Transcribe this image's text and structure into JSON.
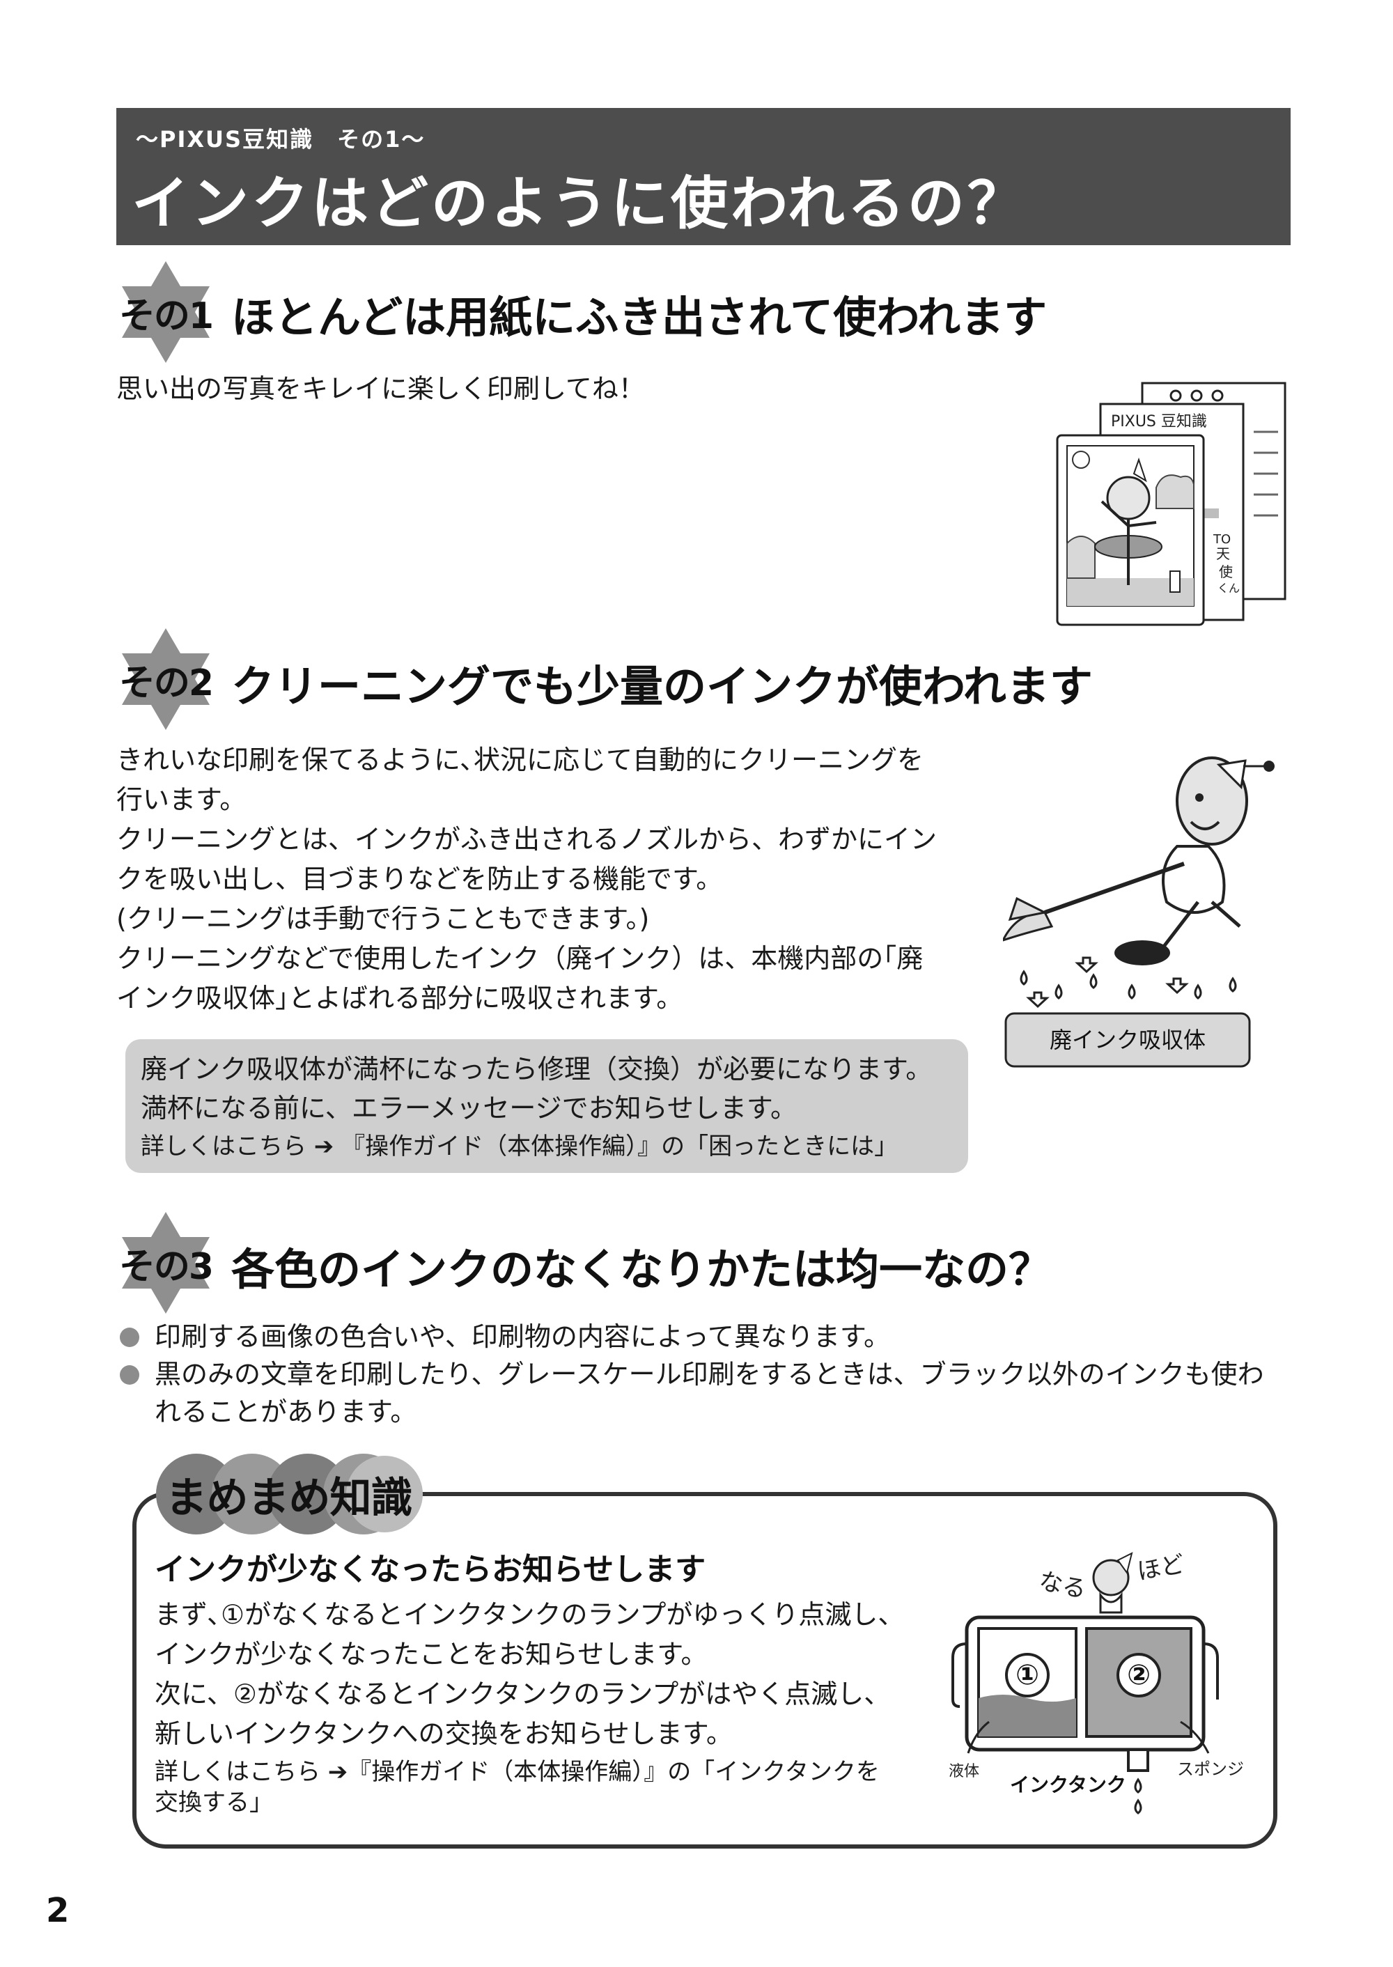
{
  "header": {
    "subtitle": "〜PIXUS豆知識　その1〜",
    "title": "インクはどのように使われるの？"
  },
  "section1": {
    "badge": "その1",
    "title": "ほとんどは用紙にふき出されて使われます",
    "text": "思い出の写真をキレイに楽しく印刷してね！",
    "illustration": {
      "label": "PIXUS 豆知識",
      "card_text": [
        "TO",
        "天",
        "使",
        "くん"
      ]
    }
  },
  "section2": {
    "badge": "その2",
    "title": "クリーニングでも少量のインクが使われます",
    "lines": [
      "きれいな印刷を保てるように､状況に応じて自動的にクリーニングを",
      "行います。",
      "クリーニングとは、インクがふき出されるノズルから、わずかにイン",
      "クを吸い出し、目づまりなどを防止する機能です。",
      "(クリーニングは手動で行うこともできます。)",
      "クリーニングなどで使用したインク（廃インク）は、本機内部の｢廃",
      "インク吸収体｣とよばれる部分に吸収されます。"
    ],
    "illustration_label": "廃インク吸収体",
    "note": {
      "line1": "廃インク吸収体が満杯になったら修理（交換）が必要になります。",
      "line2": "満杯になる前に、エラーメッセージでお知らせします。",
      "line3": "詳しくはこちら ➔ 『操作ガイド（本体操作編）』の「困ったときには」"
    }
  },
  "section3": {
    "badge": "その3",
    "title": "各色のインクのなくなりかたは均一なの？",
    "bullets": [
      {
        "line1": "印刷する画像の色合いや、印刷物の内容によって異なります。"
      },
      {
        "line1": "黒のみの文章を印刷したり、グレースケール印刷をするときは、ブラック以外のインクも使わ",
        "line2": "れることがあります。"
      }
    ]
  },
  "mamemame": {
    "heading": "まめまめ知識",
    "title": "インクが少なくなったらお知らせします",
    "lines": [
      "まず､①がなくなるとインクタンクのランプがゆっくり点滅し、",
      "インクが少なくなったことをお知らせします。",
      "次に、②がなくなるとインクタンクのランプがはやく点滅し、",
      "新しいインクタンクへの交換をお知らせします。",
      "詳しくはこちら ➔『操作ガイド（本体操作編）』の「インクタンクを",
      "交換する」"
    ],
    "diagram": {
      "caption_top_left": "なる",
      "caption_top_right": "ほど",
      "chamber1": "①",
      "chamber2": "②",
      "label_left": "液体",
      "label_center": "インクタンク",
      "label_right": "スポンジ"
    }
  },
  "page_number": "2"
}
